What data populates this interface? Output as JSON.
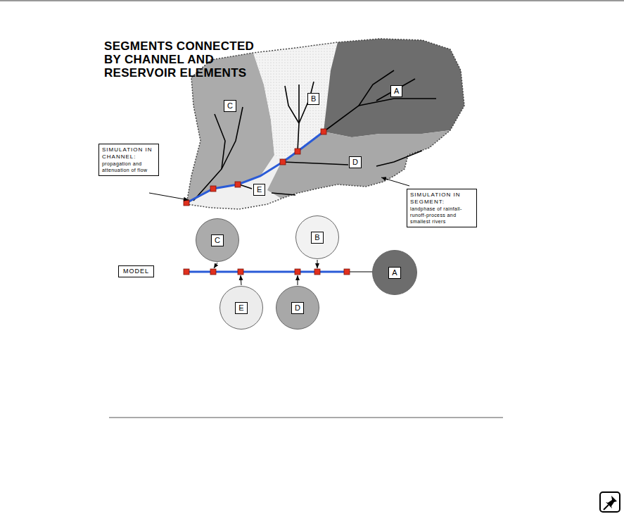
{
  "diagram": {
    "title": "SEGMENTS CONNECTED BY CHANNEL AND RESERVOIR ELEMENTS",
    "nodes": [
      {
        "text": [
          "C"
        ]
      },
      {
        "text": [
          "B"
        ]
      },
      {
        "text": [
          "A"
        ]
      },
      {
        "text": [
          "SIMULATION IN CHANNEL:",
          "propagation and attenuation of flow"
        ]
      },
      {
        "text": [
          "D"
        ]
      },
      {
        "text": [
          "E"
        ]
      },
      {
        "text": [
          "SIMULATION IN SEGMENT:",
          "landphase of rainfall-runoff-process and smallest rivers"
        ]
      },
      {
        "text": [
          "MODEL"
        ]
      },
      {
        "text": [
          "C"
        ]
      },
      {
        "text": [
          "B"
        ]
      },
      {
        "text": [
          "A"
        ]
      },
      {
        "text": [
          "E"
        ]
      },
      {
        "text": [
          "D"
        ]
      }
    ]
  }
}
